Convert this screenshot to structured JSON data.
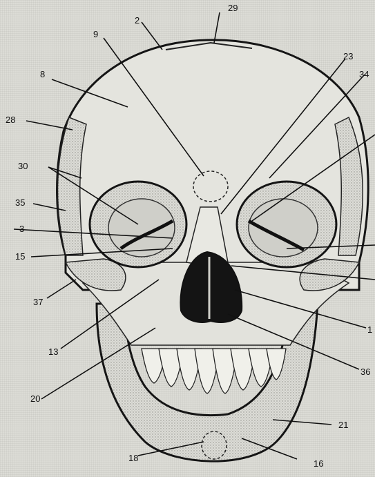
{
  "labels": {
    "l29": "29",
    "l2": "2",
    "l9": "9",
    "l23": "23",
    "l34": "34",
    "l8": "8",
    "l28": "28",
    "l30": "30",
    "l35": "35",
    "l3": "3",
    "l15": "15",
    "l37": "37",
    "l13": "13",
    "l20": "20",
    "l18": "18",
    "l16": "16",
    "l21": "21",
    "l36": "36",
    "l1": "1"
  },
  "colors": {
    "ink": "#151515",
    "bone": "#e6e6e0",
    "shade": "#9a9a94",
    "dark": "#1a1a1a"
  }
}
